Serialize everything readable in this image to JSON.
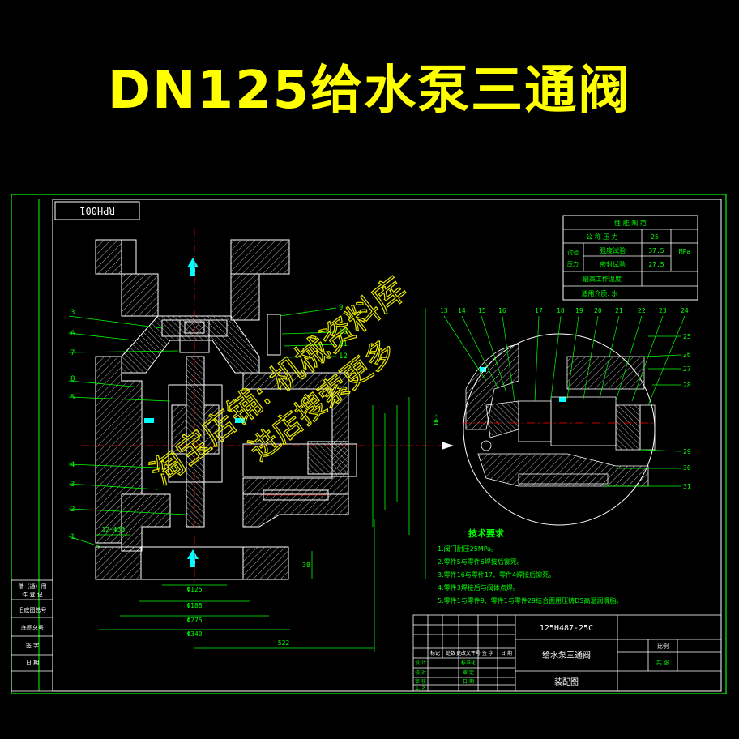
{
  "title": "DN125给水泵三通阀",
  "drawing_code_box": "RPH001",
  "spec_table": {
    "header": "性 能 规 范",
    "nominal_pressure_label": "公 称 压 力",
    "nominal_pressure_value": "25",
    "test_label_line1": "试验",
    "test_label_line2": "压力",
    "strength_test_label": "强度试验",
    "strength_test_value": "37.5",
    "seal_test_label": "密封试验",
    "seal_test_value": "27.5",
    "unit": "MPa",
    "max_temp_label": "最高工作温度",
    "medium_label": "适用介质: 水"
  },
  "watermark": {
    "line1": "淘宝店铺: 机械资料库",
    "line2": "进店搜索更多"
  },
  "left_part_numbers": [
    "3",
    "6",
    "7",
    "8",
    "5",
    "4",
    "3",
    "2",
    "1"
  ],
  "right_part_numbers": [
    "9",
    "10",
    "11",
    "12"
  ],
  "detail_top_numbers": [
    "13",
    "14",
    "15",
    "16",
    "17",
    "18",
    "19",
    "20",
    "21",
    "22",
    "23",
    "24"
  ],
  "detail_right_numbers": [
    "25",
    "26",
    "27",
    "28",
    "29",
    "30",
    "31"
  ],
  "dimensions": {
    "d125": "Φ125",
    "d188": "Φ188",
    "d275": "Φ275",
    "d340": "Φ340",
    "holes": "12-Φ33",
    "len": "522",
    "height": "38",
    "vertical": "330"
  },
  "tech_req": {
    "title": "技术要求",
    "items": [
      "1.阀门耐压25MPa。",
      "2.零件5与零件6焊接后铆死。",
      "3.零件16与零件17、零件4焊接后铆死。",
      "4.零件3焊接后与阀体点焊。",
      "5.零件1与零件9、零件1与零件29结合面用压铸DS高温润滑脂。"
    ]
  },
  "title_block": {
    "model": "125H487-25C",
    "name": "给水泵三通阀",
    "sheet_type": "装配图",
    "scale_label": "比例",
    "sheet_label": "共 张",
    "left_rows": [
      "借（通）用",
      "件 登 记",
      "旧底图总号",
      "底图总号",
      "签  字",
      "日  期",
      "标记",
      "处数",
      "更改文件号",
      "签 字",
      "日 期"
    ],
    "bottom_rows": [
      "设 计",
      "校 对",
      "审 核",
      "工 艺"
    ],
    "bottom_rows2": [
      "标准化",
      "审 定",
      "日 期"
    ]
  }
}
